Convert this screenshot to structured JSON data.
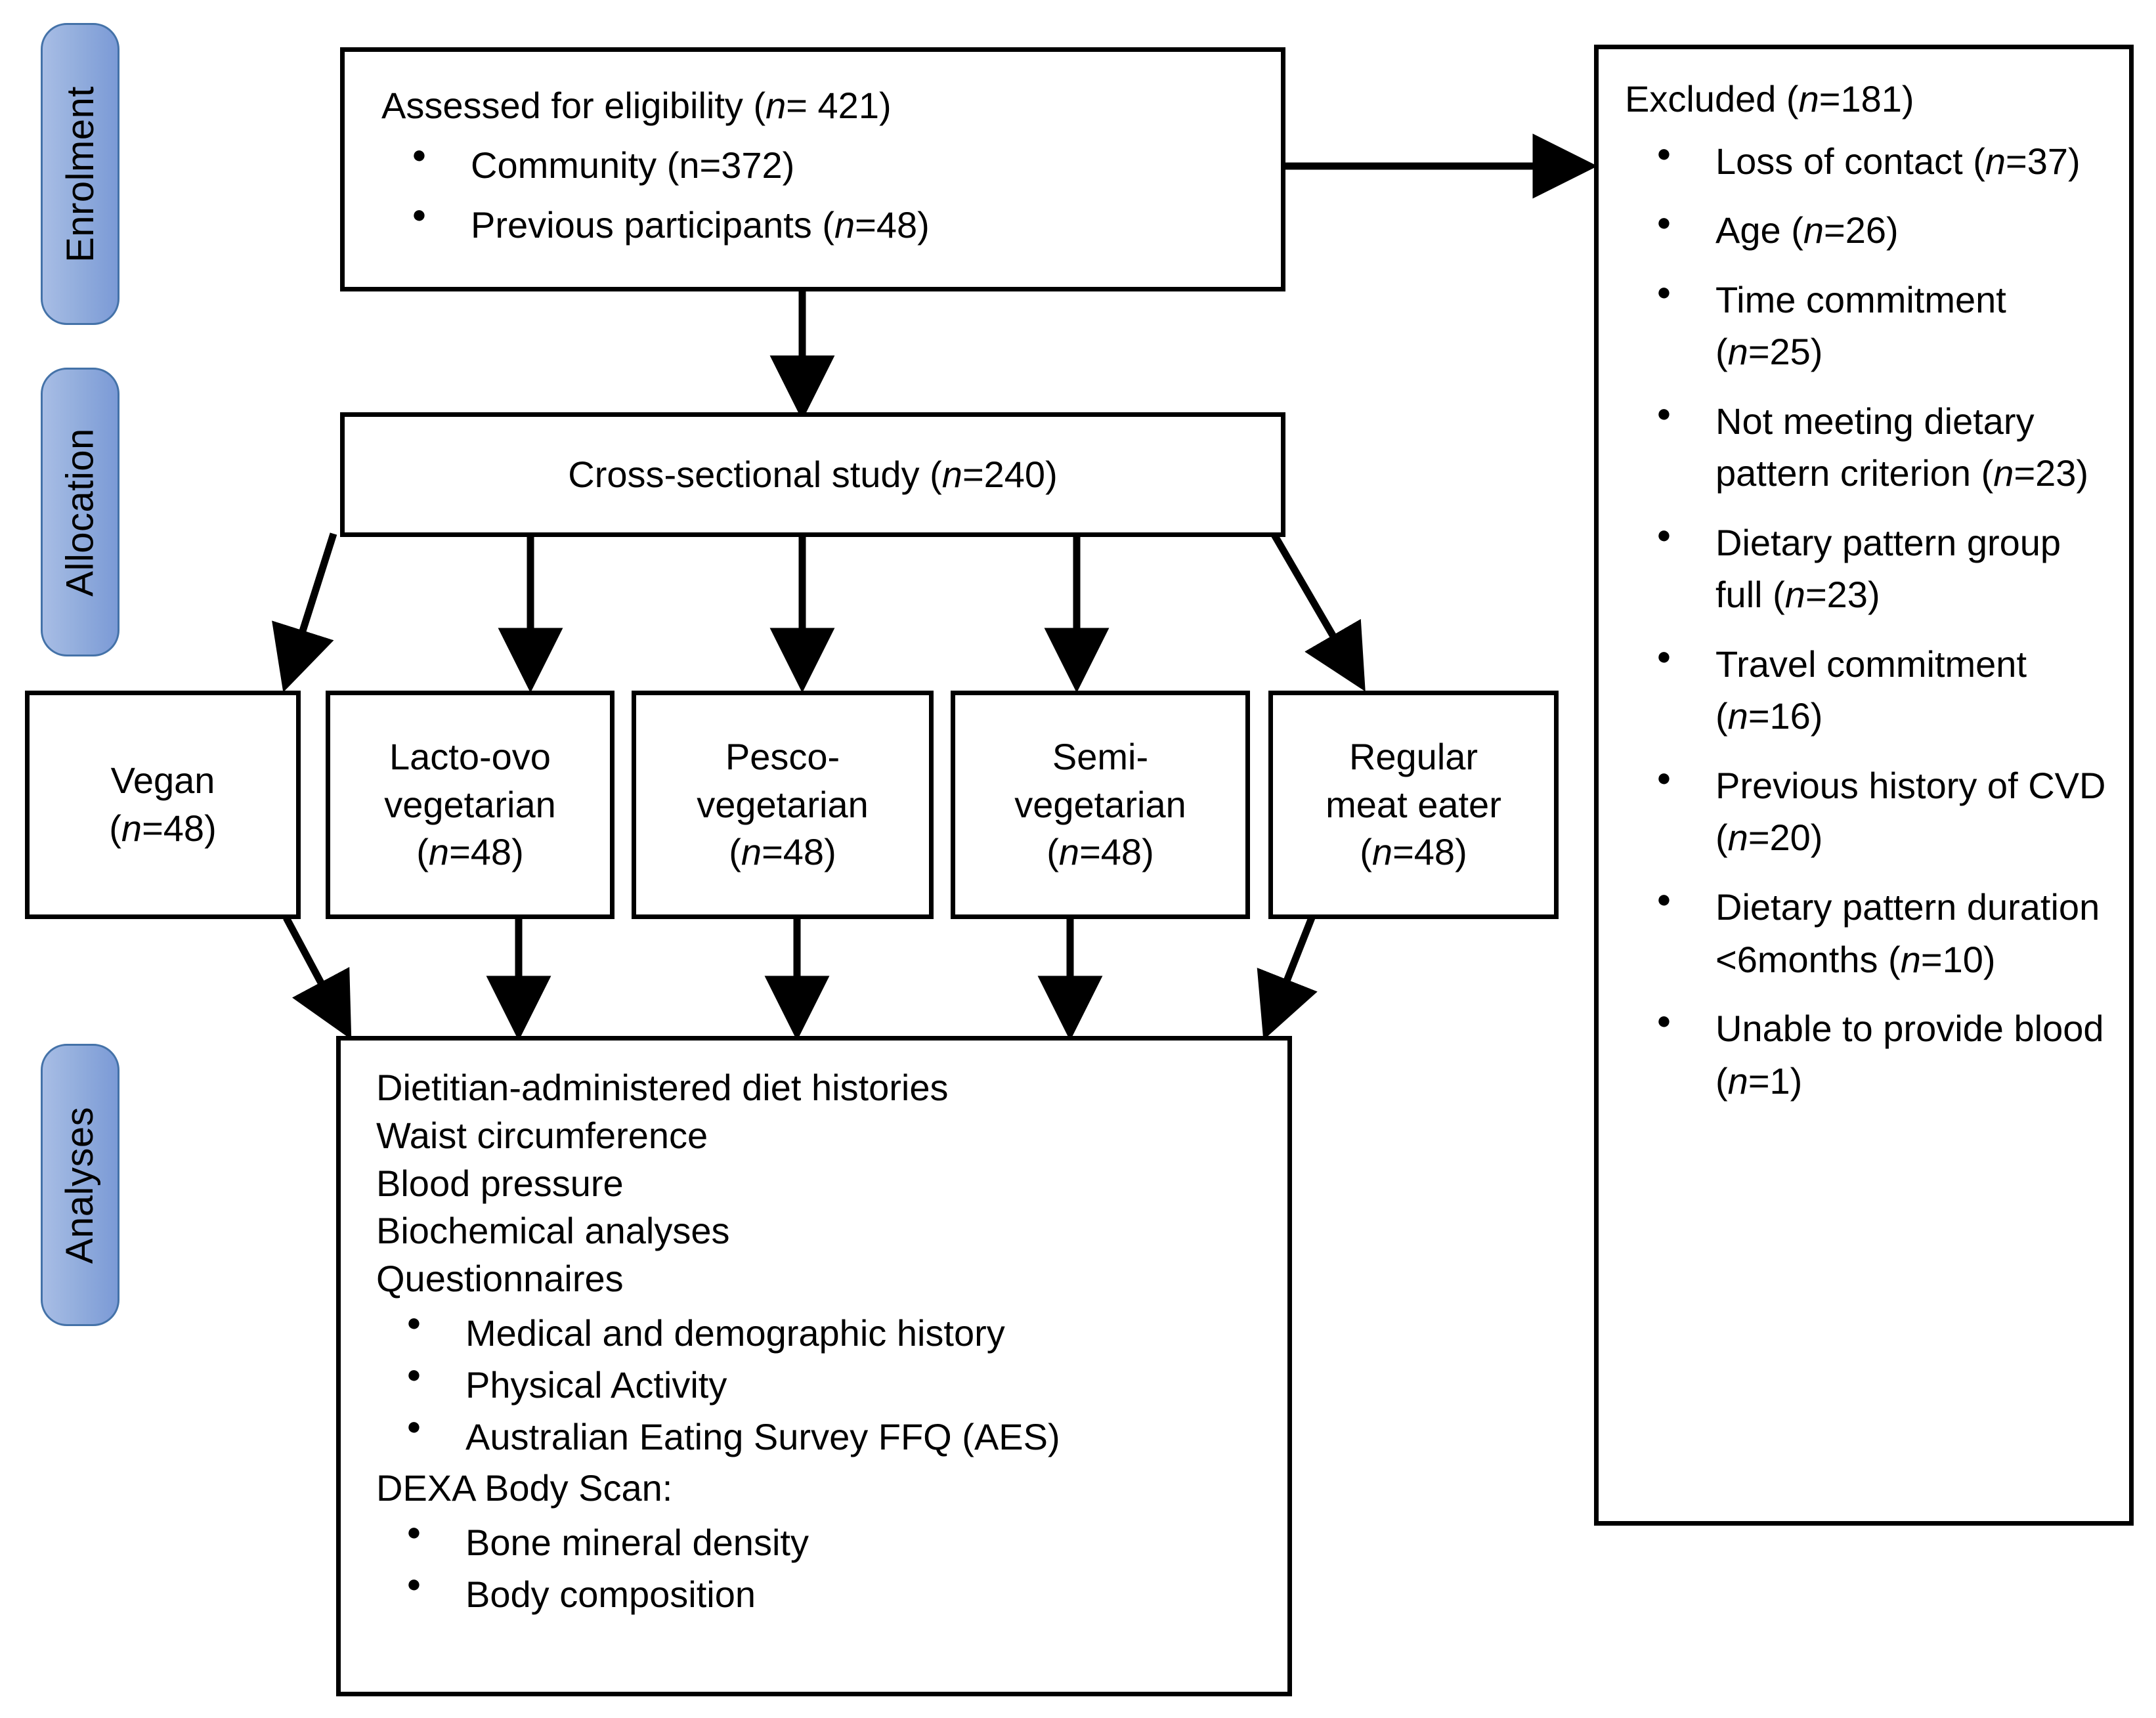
{
  "diagram": {
    "title": "CONSORT-style participant flow diagram",
    "stages": [
      {
        "id": "enrolment",
        "label": "Enrolment"
      },
      {
        "id": "allocation",
        "label": "Allocation"
      },
      {
        "id": "analyses",
        "label": "Analyses"
      }
    ],
    "colors": {
      "stage_fill_light": "#a8bde5",
      "stage_fill_dark": "#7b9ad6",
      "stage_border": "#4472a8",
      "box_border": "#000000",
      "text": "#000000",
      "background": "#ffffff"
    }
  },
  "eligibility": {
    "heading_prefix": "Assessed for eligibility (",
    "heading_italic": "n",
    "heading_suffix": "= 421)",
    "items": [
      {
        "text_before": "Community (n=372)",
        "italic": "",
        "text_after": ""
      },
      {
        "text_before": "Previous participants (",
        "italic": "n",
        "text_after": "=48)"
      }
    ]
  },
  "excluded": {
    "heading_prefix": "Excluded (",
    "heading_italic": "n",
    "heading_suffix": "=181)",
    "items": [
      {
        "text_before": "Loss of contact (",
        "italic": "n",
        "text_after": "=37)"
      },
      {
        "text_before": "Age (",
        "italic": "n",
        "text_after": "=26)"
      },
      {
        "text_before": "Time commitment (",
        "italic": "n",
        "text_after": "=25)"
      },
      {
        "text_before": "Not meeting dietary pattern criterion (",
        "italic": "n",
        "text_after": "=23)"
      },
      {
        "text_before": "Dietary pattern group full (",
        "italic": "n",
        "text_after": "=23)"
      },
      {
        "text_before": "Travel commitment (",
        "italic": "n",
        "text_after": "=16)"
      },
      {
        "text_before": "Previous history of CVD (",
        "italic": "n",
        "text_after": "=20)"
      },
      {
        "text_before": "Dietary pattern duration <6months (",
        "italic": "n",
        "text_after": "=10)"
      },
      {
        "text_before": "Unable to provide blood (",
        "italic": "n",
        "text_after": "=1)"
      }
    ]
  },
  "cross_sectional": {
    "text_before": "Cross-sectional study (",
    "italic": "n",
    "text_after": "=240)"
  },
  "groups": [
    {
      "id": "vegan",
      "line1": "Vegan",
      "line2": "",
      "n_before": "(",
      "n_italic": "n",
      "n_after": "=48)"
    },
    {
      "id": "lacto-ovo-vegetarian",
      "line1": "Lacto-ovo",
      "line2": "vegetarian",
      "n_before": "(",
      "n_italic": "n",
      "n_after": "=48)"
    },
    {
      "id": "pesco-vegetarian",
      "line1": "Pesco-",
      "line2": "vegetarian",
      "n_before": "(",
      "n_italic": "n",
      "n_after": "=48)"
    },
    {
      "id": "semi-vegetarian",
      "line1": "Semi-",
      "line2": "vegetarian",
      "n_before": "(",
      "n_italic": "n",
      "n_after": "=48)"
    },
    {
      "id": "regular-meat-eater",
      "line1": "Regular",
      "line2": "meat eater",
      "n_before": "(",
      "n_italic": "n",
      "n_after": "=48)"
    }
  ],
  "analyses_box": {
    "lines": [
      "Dietitian-administered diet histories",
      "Waist circumference",
      "Blood pressure",
      "Biochemical analyses",
      "Questionnaires"
    ],
    "questionnaire_items": [
      "Medical and demographic history",
      "Physical Activity",
      "Australian Eating Survey FFQ (AES)"
    ],
    "dexa_heading": "DEXA Body Scan:",
    "dexa_items": [
      "Bone mineral density",
      "Body composition"
    ]
  }
}
